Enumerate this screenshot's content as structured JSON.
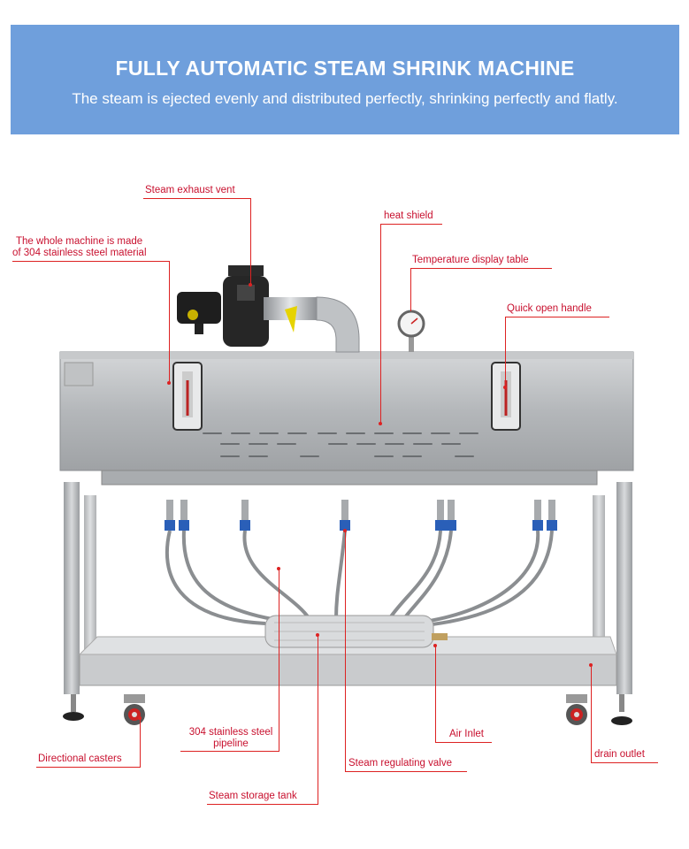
{
  "banner": {
    "title": "FULLY AUTOMATIC STEAM SHRINK MACHINE",
    "subtitle": "The steam is ejected evenly and distributed perfectly, shrinking perfectly and flatly."
  },
  "labels": {
    "steam_exhaust_vent": "Steam exhaust vent",
    "heat_shield": "heat shield",
    "whole_machine_line1": "The whole machine is made",
    "whole_machine_line2": "of 304 stainless steel material",
    "temperature_display": "Temperature display table",
    "quick_open_handle": "Quick open handle",
    "pipeline_line1": "304 stainless steel",
    "pipeline_line2": "pipeline",
    "air_inlet": "Air Inlet",
    "directional_casters": "Directional casters",
    "steam_regulating_valve": "Steam regulating valve",
    "drain_outlet": "drain outlet",
    "steam_storage_tank": "Steam storage tank"
  },
  "colors": {
    "banner": "#6f9fdc",
    "label_red": "#c8102e",
    "steel": "#b9bcbf",
    "valve_blue": "#2a5fb8"
  }
}
